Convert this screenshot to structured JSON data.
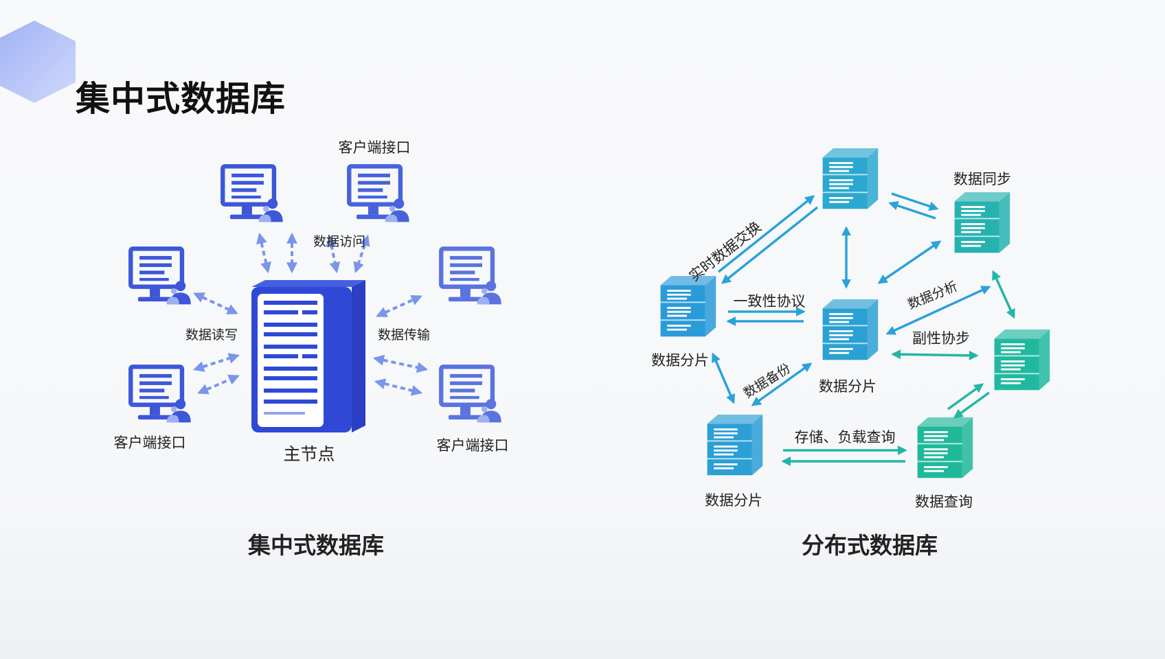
{
  "slide_title": "集中式数据库",
  "centralized": {
    "caption": "集中式数据库",
    "main_node_label": "主节点",
    "client_labels": [
      "客户端接口",
      "客户端接口",
      "客户端接口"
    ],
    "arrow_labels": [
      "数据读写",
      "数据传输",
      "数据访问"
    ],
    "color_primary": "#2f49d6",
    "color_client": "#4d68e0"
  },
  "distributed": {
    "caption": "分布式数据库",
    "node_labels": [
      "数据分片",
      "数据分片",
      "数据分片",
      "数据同步",
      "数据查询"
    ],
    "edge_labels": [
      "实时数据交换",
      "一致性协议",
      "数据备份",
      "副性协步",
      "数据分析",
      "存储、负载查询"
    ],
    "color_blue": "#2ba2d8",
    "color_teal": "#22b8a6"
  },
  "icons": [
    "monitor-user-icon",
    "server-tower-icon",
    "server-rack-icon",
    "hexagon-decoration-icon"
  ]
}
